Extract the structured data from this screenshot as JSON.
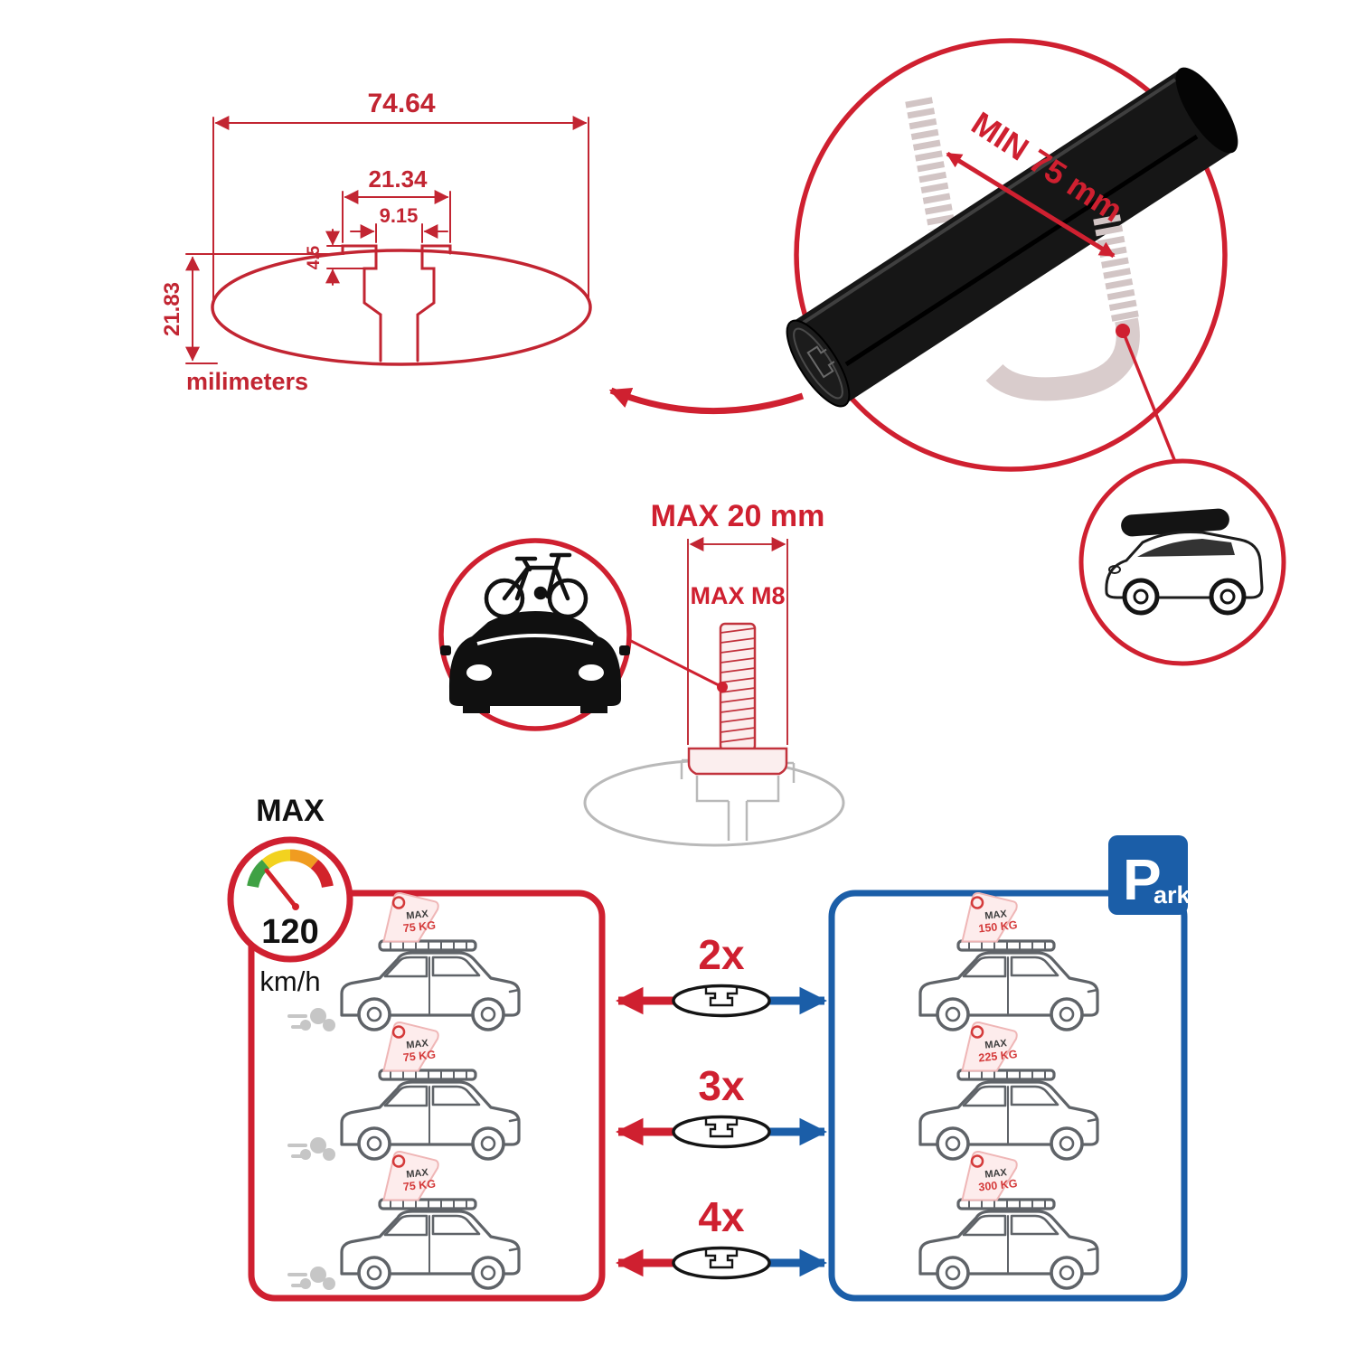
{
  "cross_section": {
    "total_width": "74.64",
    "channel_width": "21.34",
    "slot_width": "9.15",
    "slot_depth": "4.5",
    "total_height": "21.83",
    "units": "milimeters"
  },
  "bar_view": {
    "min_label": "MIN 75 mm"
  },
  "bolt_view": {
    "width_label": "MAX 20 mm",
    "thread_label": "MAX M8"
  },
  "speedometer": {
    "title": "MAX",
    "value": "120",
    "unit": "km/h"
  },
  "park_sign": {
    "big_letter": "P",
    "small_text": "ark"
  },
  "multipliers": [
    {
      "label": "2x"
    },
    {
      "label": "3x"
    },
    {
      "label": "4x"
    }
  ],
  "left_panel": {
    "cars": [
      {
        "tag_title": "MAX",
        "tag_load": "75 KG"
      },
      {
        "tag_title": "MAX",
        "tag_load": "75 KG"
      },
      {
        "tag_title": "MAX",
        "tag_load": "75 KG"
      }
    ]
  },
  "right_panel": {
    "cars": [
      {
        "tag_title": "MAX",
        "tag_load": "150 KG"
      },
      {
        "tag_title": "MAX",
        "tag_load": "225 KG"
      },
      {
        "tag_title": "MAX",
        "tag_load": "300 KG"
      }
    ]
  },
  "colors": {
    "red": "#cf2030",
    "blue": "#1b5ea8",
    "drawing_red": "#c22532"
  }
}
